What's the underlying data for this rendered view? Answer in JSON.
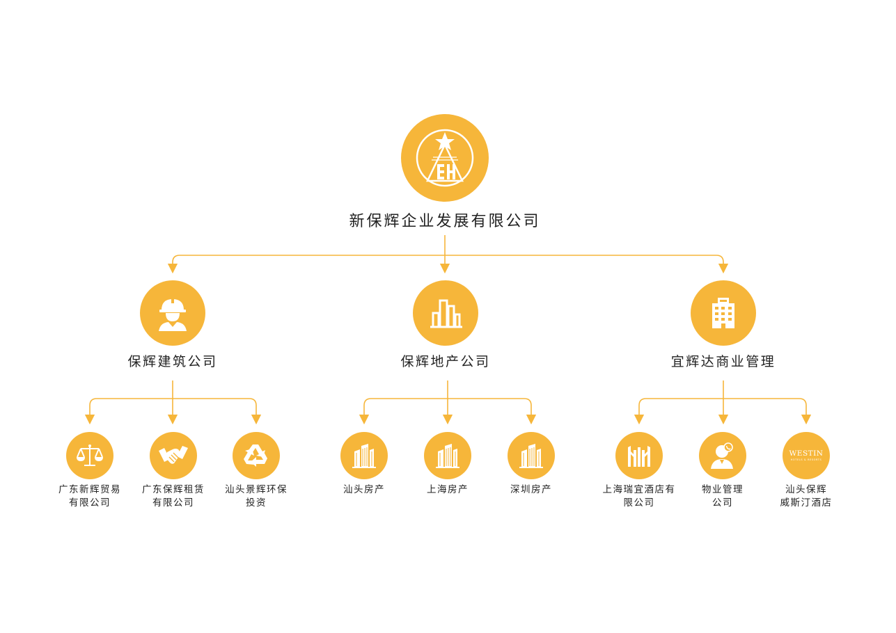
{
  "colors": {
    "accent": "#F6B63A",
    "icon": "#ffffff",
    "text": "#222222"
  },
  "root": {
    "label": "新保辉企业发展有限公司",
    "icon": "bh-emblem-logo-icon"
  },
  "groups": [
    {
      "label": "保辉建筑公司",
      "icon": "construction-worker-icon",
      "children": [
        {
          "line1": "广东新辉贸易",
          "line2": "有限公司",
          "icon": "balance-scale-icon"
        },
        {
          "line1": "广东保辉租赁",
          "line2": "有限公司",
          "icon": "handshake-icon"
        },
        {
          "line1": "汕头景辉环保",
          "line2": "投资",
          "icon": "recycle-icon"
        }
      ]
    },
    {
      "label": "保辉地产公司",
      "icon": "buildings-icon",
      "children": [
        {
          "line1": "汕头房产",
          "line2": "",
          "icon": "skyscraper-icon"
        },
        {
          "line1": "上海房产",
          "line2": "",
          "icon": "skyscraper-icon"
        },
        {
          "line1": "深圳房产",
          "line2": "",
          "icon": "skyscraper-icon"
        }
      ]
    },
    {
      "label": "宜辉达商业管理",
      "icon": "office-building-icon",
      "children": [
        {
          "line1": "上海瑞宜酒店有",
          "line2": "限公司",
          "icon": "hotel-facade-icon"
        },
        {
          "line1": "物业管理",
          "line2": "公司",
          "icon": "customer-service-icon"
        },
        {
          "line1": "汕头保辉",
          "line2": "威斯汀酒店",
          "icon": "westin-logo-icon",
          "logo_text": "WESTIN",
          "logo_subtext": "HOTELS & RESORTS"
        }
      ]
    }
  ]
}
